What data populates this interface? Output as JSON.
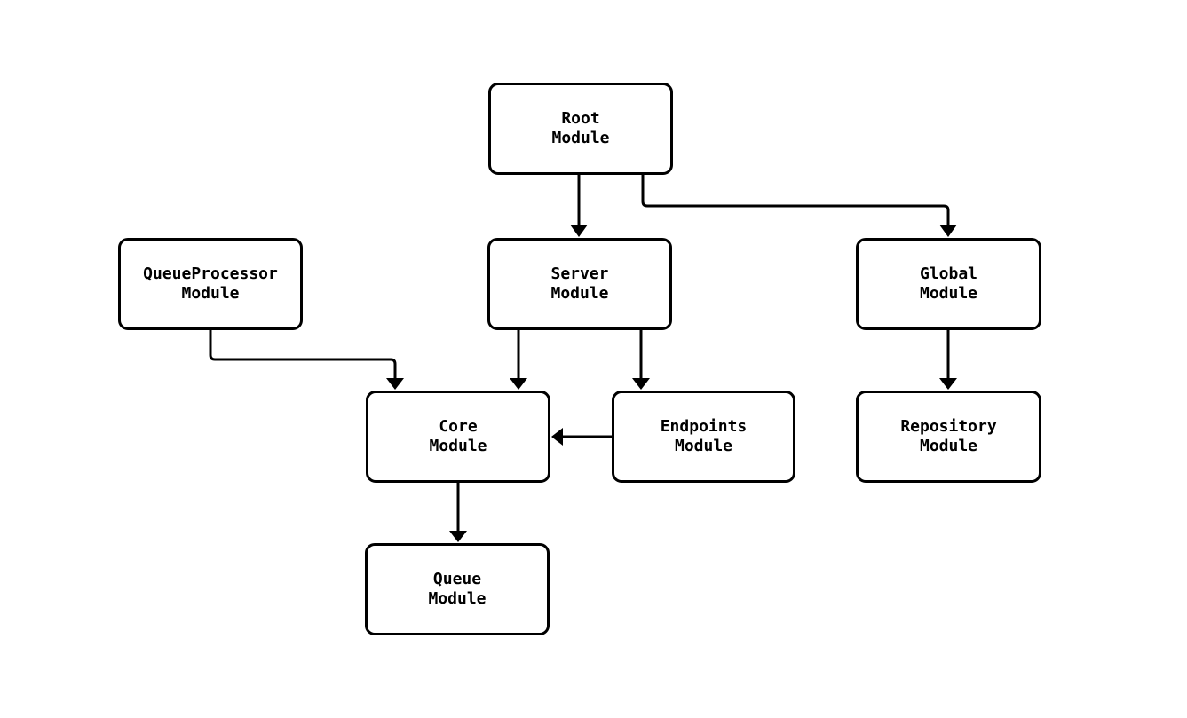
{
  "diagram": {
    "background_color": "#ffffff",
    "line_color": "#000000",
    "text_color": "#000000",
    "node_fill": "#ffffff",
    "nodes": [
      {
        "id": "root",
        "line1": "Root",
        "line2": "Module"
      },
      {
        "id": "queueprocessor",
        "line1": "QueueProcessor",
        "line2": "Module"
      },
      {
        "id": "server",
        "line1": "Server",
        "line2": "Module"
      },
      {
        "id": "global",
        "line1": "Global",
        "line2": "Module"
      },
      {
        "id": "core",
        "line1": "Core",
        "line2": "Module"
      },
      {
        "id": "endpoints",
        "line1": "Endpoints",
        "line2": "Module"
      },
      {
        "id": "repository",
        "line1": "Repository",
        "line2": "Module"
      },
      {
        "id": "queue",
        "line1": "Queue",
        "line2": "Module"
      }
    ],
    "edges": [
      {
        "from": "Root Module",
        "to": "Server Module"
      },
      {
        "from": "Root Module",
        "to": "Global Module"
      },
      {
        "from": "QueueProcessor Module",
        "to": "Core Module"
      },
      {
        "from": "Server Module",
        "to": "Core Module"
      },
      {
        "from": "Server Module",
        "to": "Endpoints Module"
      },
      {
        "from": "Endpoints Module",
        "to": "Core Module"
      },
      {
        "from": "Global Module",
        "to": "Repository Module"
      },
      {
        "from": "Core Module",
        "to": "Queue Module"
      }
    ]
  }
}
